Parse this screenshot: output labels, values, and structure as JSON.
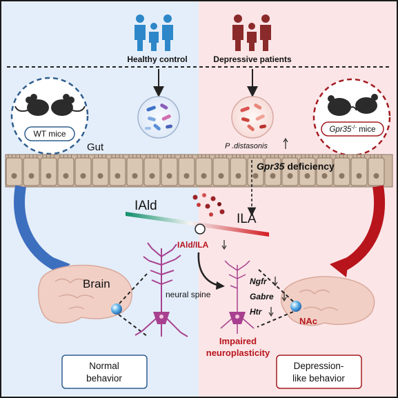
{
  "top": {
    "left_group": "Healthy control",
    "right_group": "Depressive patients"
  },
  "mice": {
    "wt": "WT mice",
    "ko_gene": "Gpr35",
    "ko_sup": "-/-",
    "ko_suffix": " mice"
  },
  "gut": {
    "label": "Gut",
    "bacteria": "P .distasonis",
    "deficiency_gene": "Gpr35",
    "deficiency_word": " deficiency"
  },
  "metabolites": {
    "left": "IAld",
    "right": "ILA",
    "ratio": "IAld/ILA"
  },
  "brain": {
    "left_label": "Brain",
    "neuron_label": "neural spine",
    "region": "NAc",
    "genes": [
      "Ngfr",
      "Gabre",
      "Htr"
    ],
    "impaired_line1": "Impaired",
    "impaired_line2": "neuroplasticity"
  },
  "outcomes": {
    "left_line1": "Normal",
    "left_line2": "behavior",
    "right_line1": "Depression-",
    "right_line2": "like behavior"
  },
  "colors": {
    "left_bg": "#e4eefa",
    "right_bg": "#fbe5e7",
    "healthy_blue": "#2d87c8",
    "patient_red": "#8b2a2a",
    "accent_red": "#b8141c",
    "blue_arrow": "#3d6fbf",
    "gut_tan": "#cdb7a3"
  }
}
